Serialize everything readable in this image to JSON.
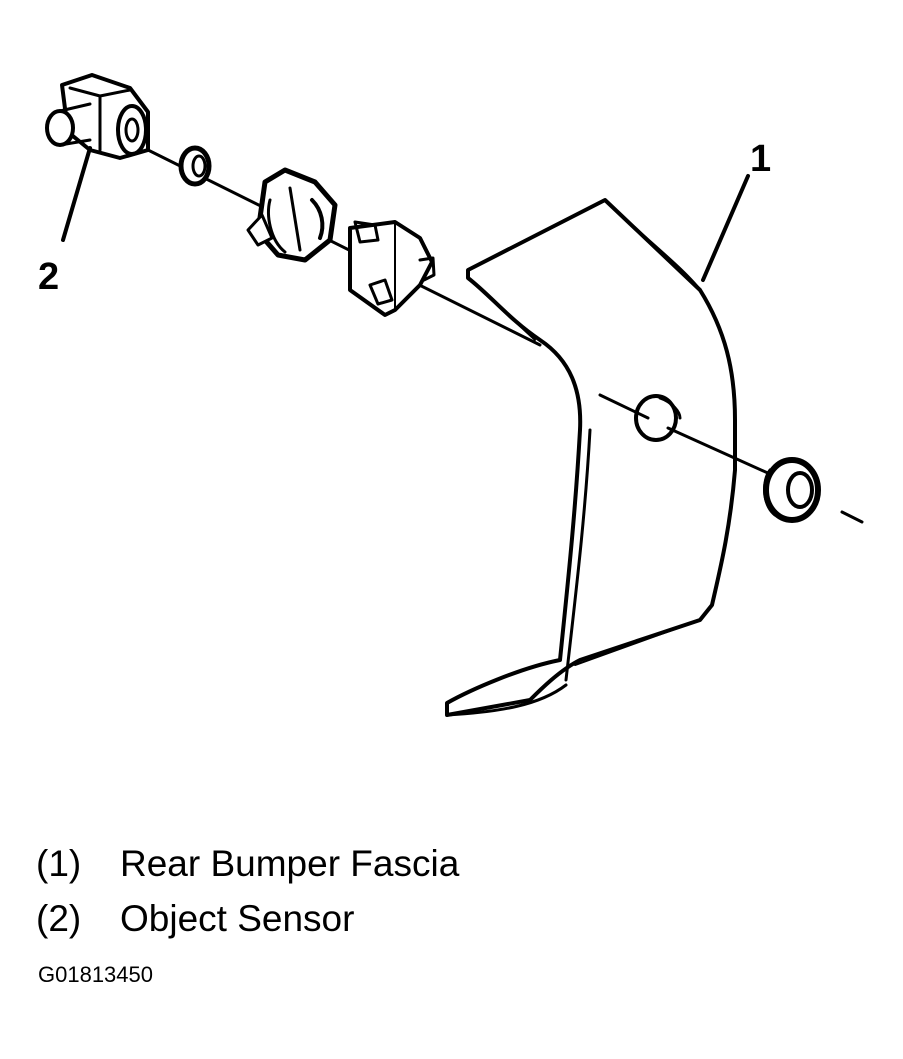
{
  "callouts": {
    "fascia": "1",
    "sensor": "2"
  },
  "legend": [
    {
      "number": "(1)",
      "label": "Rear Bumper Fascia"
    },
    {
      "number": "(2)",
      "label": "Object Sensor"
    }
  ],
  "figure_id": "G01813450"
}
